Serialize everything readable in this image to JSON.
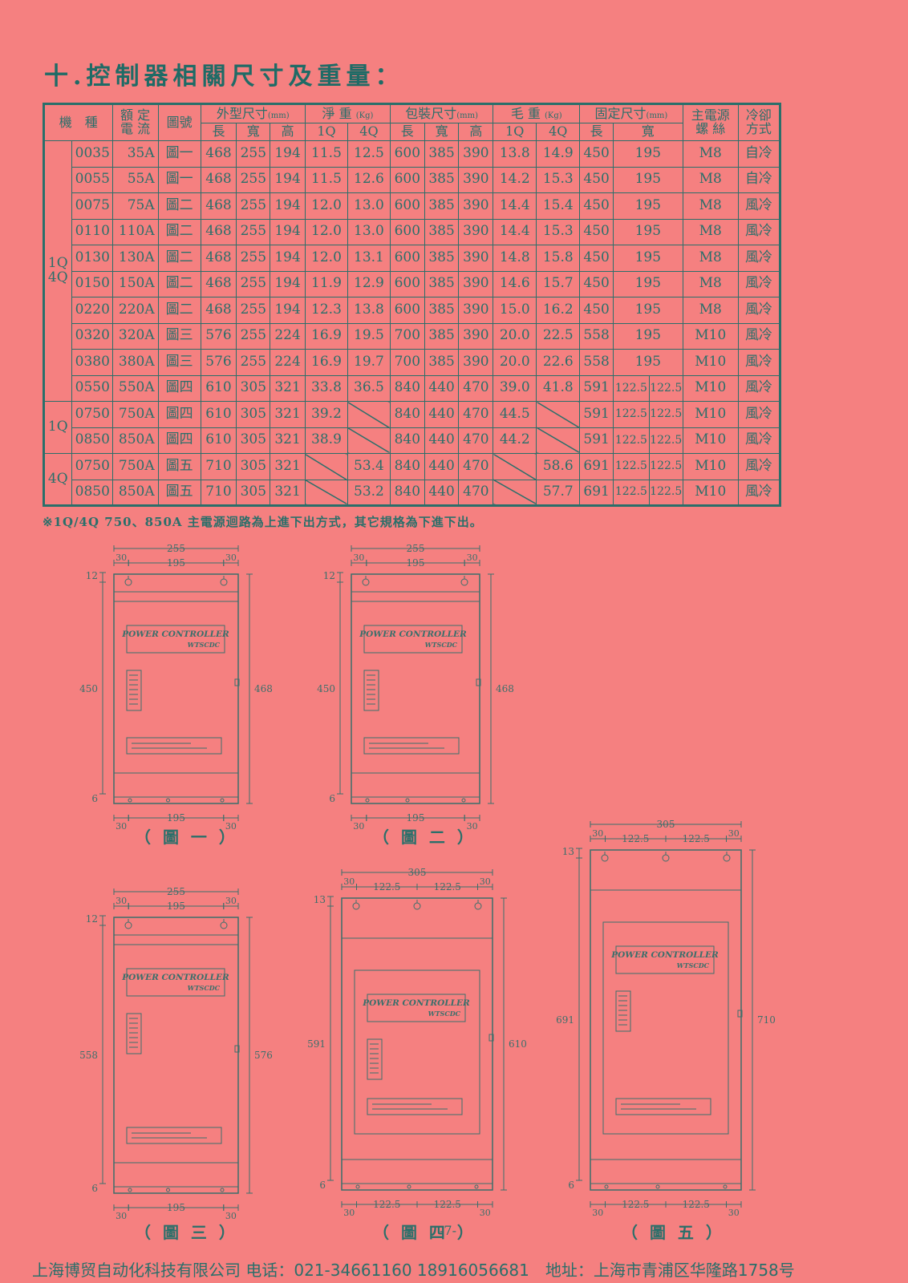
{
  "title": "十.控制器相關尺寸及重量：",
  "table": {
    "h": {
      "model": "機　種",
      "rated": "額 定 電 流",
      "fig": "圖號",
      "outer": "外型尺寸",
      "net": "淨 重",
      "pack": "包裝尺寸",
      "gross": "毛 重",
      "fix": "固定尺寸",
      "screw": "主電源 螺 絲",
      "cool": "冷卻 方式",
      "mm": "(mm)",
      "kg": "(Kg)",
      "len": "長",
      "wid": "寬",
      "hei": "高",
      "q1": "1Q",
      "q4": "4Q"
    },
    "groups": {
      "g1": "1Q 4Q",
      "g2": "1Q",
      "g3": "4Q"
    },
    "rows": [
      [
        "0035",
        "35A",
        "圖一",
        "468",
        "255",
        "194",
        "11.5",
        "12.5",
        "600",
        "385",
        "390",
        "13.8",
        "14.9",
        "450",
        "195",
        "M8",
        "自冷"
      ],
      [
        "0055",
        "55A",
        "圖一",
        "468",
        "255",
        "194",
        "11.5",
        "12.6",
        "600",
        "385",
        "390",
        "14.2",
        "15.3",
        "450",
        "195",
        "M8",
        "自冷"
      ],
      [
        "0075",
        "75A",
        "圖二",
        "468",
        "255",
        "194",
        "12.0",
        "13.0",
        "600",
        "385",
        "390",
        "14.4",
        "15.4",
        "450",
        "195",
        "M8",
        "風冷"
      ],
      [
        "0110",
        "110A",
        "圖二",
        "468",
        "255",
        "194",
        "12.0",
        "13.0",
        "600",
        "385",
        "390",
        "14.4",
        "15.3",
        "450",
        "195",
        "M8",
        "風冷"
      ],
      [
        "0130",
        "130A",
        "圖二",
        "468",
        "255",
        "194",
        "12.0",
        "13.1",
        "600",
        "385",
        "390",
        "14.8",
        "15.8",
        "450",
        "195",
        "M8",
        "風冷"
      ],
      [
        "0150",
        "150A",
        "圖二",
        "468",
        "255",
        "194",
        "11.9",
        "12.9",
        "600",
        "385",
        "390",
        "14.6",
        "15.7",
        "450",
        "195",
        "M8",
        "風冷"
      ],
      [
        "0220",
        "220A",
        "圖二",
        "468",
        "255",
        "194",
        "12.3",
        "13.8",
        "600",
        "385",
        "390",
        "15.0",
        "16.2",
        "450",
        "195",
        "M8",
        "風冷"
      ],
      [
        "0320",
        "320A",
        "圖三",
        "576",
        "255",
        "224",
        "16.9",
        "19.5",
        "700",
        "385",
        "390",
        "20.0",
        "22.5",
        "558",
        "195",
        "M10",
        "風冷"
      ],
      [
        "0380",
        "380A",
        "圖三",
        "576",
        "255",
        "224",
        "16.9",
        "19.7",
        "700",
        "385",
        "390",
        "20.0",
        "22.6",
        "558",
        "195",
        "M10",
        "風冷"
      ],
      [
        "0550",
        "550A",
        "圖四",
        "610",
        "305",
        "321",
        "33.8",
        "36.5",
        "840",
        "440",
        "470",
        "39.0",
        "41.8",
        "591",
        "122.5",
        "122.5",
        "M10",
        "風冷"
      ],
      [
        "0750",
        "750A",
        "圖四",
        "610",
        "305",
        "321",
        "39.2",
        "",
        "840",
        "440",
        "470",
        "44.5",
        "",
        "591",
        "122.5",
        "122.5",
        "M10",
        "風冷"
      ],
      [
        "0850",
        "850A",
        "圖四",
        "610",
        "305",
        "321",
        "38.9",
        "",
        "840",
        "440",
        "470",
        "44.2",
        "",
        "591",
        "122.5",
        "122.5",
        "M10",
        "風冷"
      ],
      [
        "0750",
        "750A",
        "圖五",
        "710",
        "305",
        "321",
        "",
        "53.4",
        "840",
        "440",
        "470",
        "",
        "58.6",
        "691",
        "122.5",
        "122.5",
        "M10",
        "風冷"
      ],
      [
        "0850",
        "850A",
        "圖五",
        "710",
        "305",
        "321",
        "",
        "53.2",
        "840",
        "440",
        "470",
        "",
        "57.7",
        "691",
        "122.5",
        "122.5",
        "M10",
        "風冷"
      ]
    ]
  },
  "note": "※1Q/4Q 750、850A 主電源迴路為上進下出方式，其它規格為下進下出。",
  "drawings": {
    "brand": "POWER CONTROLLER",
    "model": "WTSCDC",
    "figs": [
      {
        "caption": "（ 圖 一 ）",
        "top_w": "255",
        "top_side": "30",
        "top_mid": "195",
        "top_off": "12",
        "hole": "450",
        "height": "468",
        "bot_off": "6",
        "bot_side": "30",
        "bot_mid": "195"
      },
      {
        "caption": "（ 圖 二 ）",
        "top_w": "255",
        "top_side": "30",
        "top_mid": "195",
        "top_off": "12",
        "hole": "450",
        "height": "468",
        "bot_off": "6",
        "bot_side": "30",
        "bot_mid": "195"
      },
      {
        "caption": "（ 圖 三 ）",
        "top_w": "255",
        "top_side": "30",
        "top_mid": "195",
        "top_off": "12",
        "hole": "558",
        "height": "576",
        "bot_off": "6",
        "bot_side": "30",
        "bot_mid": "195"
      },
      {
        "caption": "（ 圖 四 ）",
        "top_w": "305",
        "top_side": "30",
        "top_mid": "122.5",
        "top_off": "13",
        "hole": "591",
        "height": "610",
        "bot_off": "6",
        "bot_side": "30",
        "bot_mid": "122.5"
      },
      {
        "caption": "（ 圖 五 ）",
        "top_w": "305",
        "top_side": "30",
        "top_mid": "122.5",
        "top_off": "13",
        "hole": "691",
        "height": "710",
        "bot_off": "6",
        "bot_side": "30",
        "bot_mid": "122.5"
      }
    ]
  },
  "page_number": "-7-",
  "footer": "上海博贸自动化科技有限公司 电话：021-34661160 18916056681　地址：上海市青浦区华隆路1758号"
}
